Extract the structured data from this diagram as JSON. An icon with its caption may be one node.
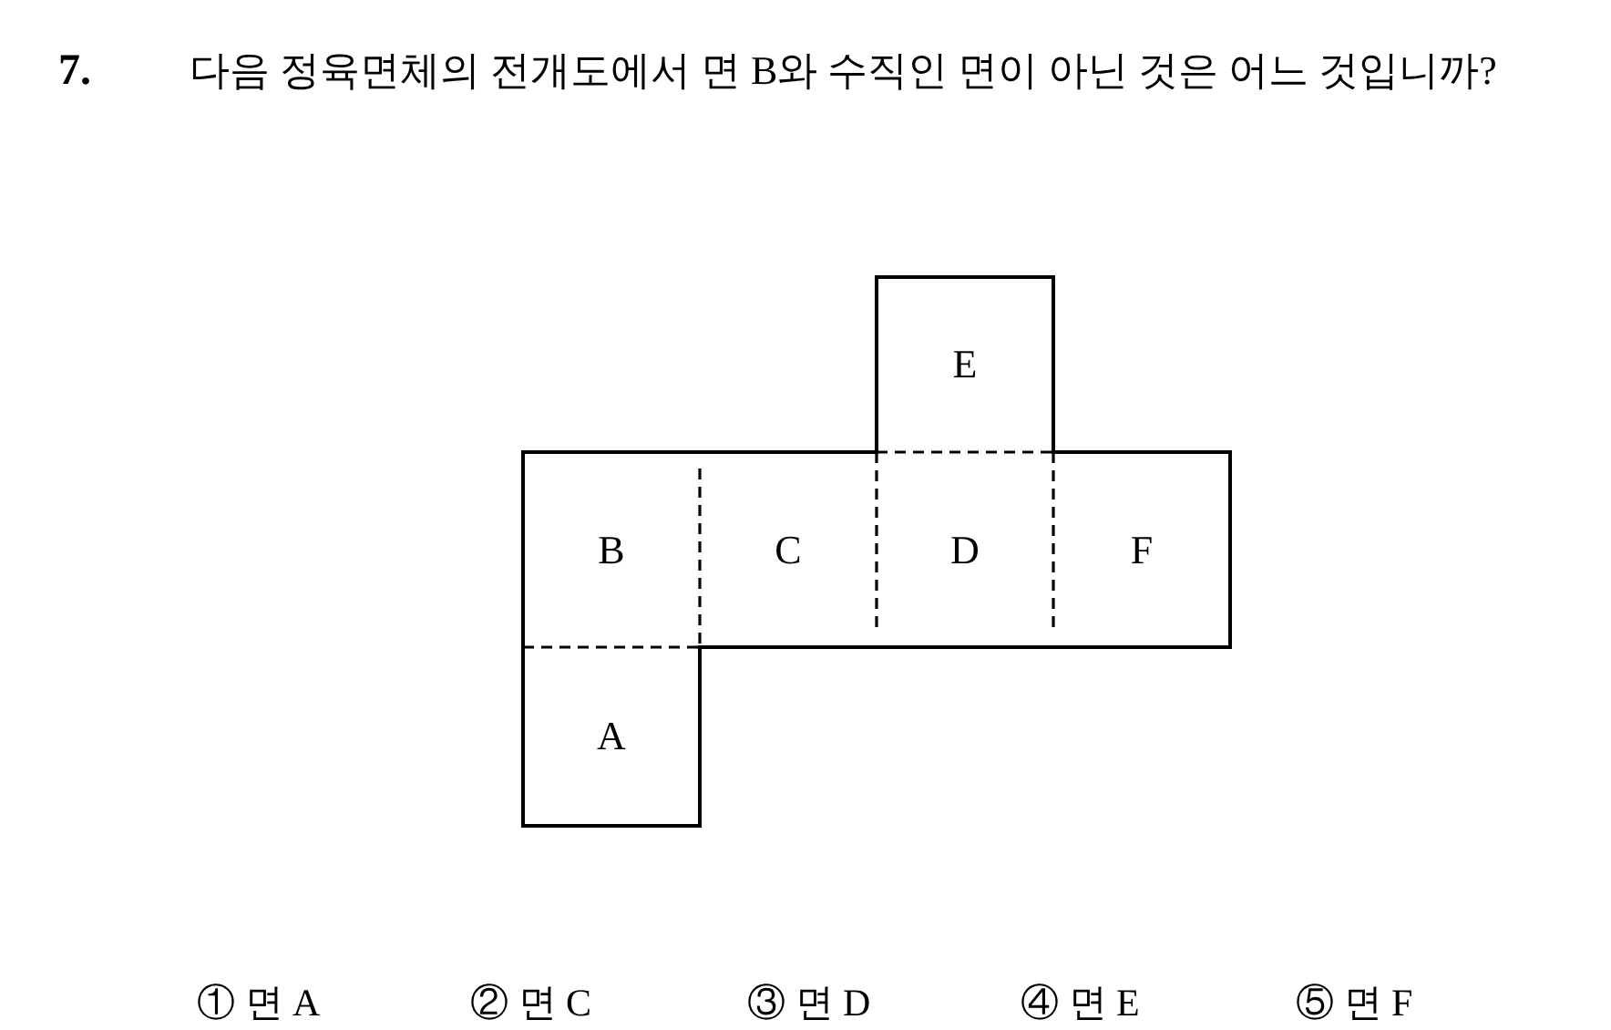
{
  "diagram": {
    "title": "다음 정육면체의 전개도에서 면 B와 수직인 면이 아닌 것은 어느 것입니까?",
    "nodes": [
      {
        "text": [
          "E"
        ]
      },
      {
        "text": [
          "B"
        ]
      },
      {
        "text": [
          "C"
        ]
      },
      {
        "text": [
          "D"
        ]
      },
      {
        "text": [
          "F"
        ]
      },
      {
        "text": [
          "A"
        ]
      }
    ],
    "edges": [],
    "labels": [
      "7.",
      "① 면 A",
      "② 면 C",
      "③ 면 D",
      "④ 면 E",
      "⑤ 면 F"
    ]
  }
}
